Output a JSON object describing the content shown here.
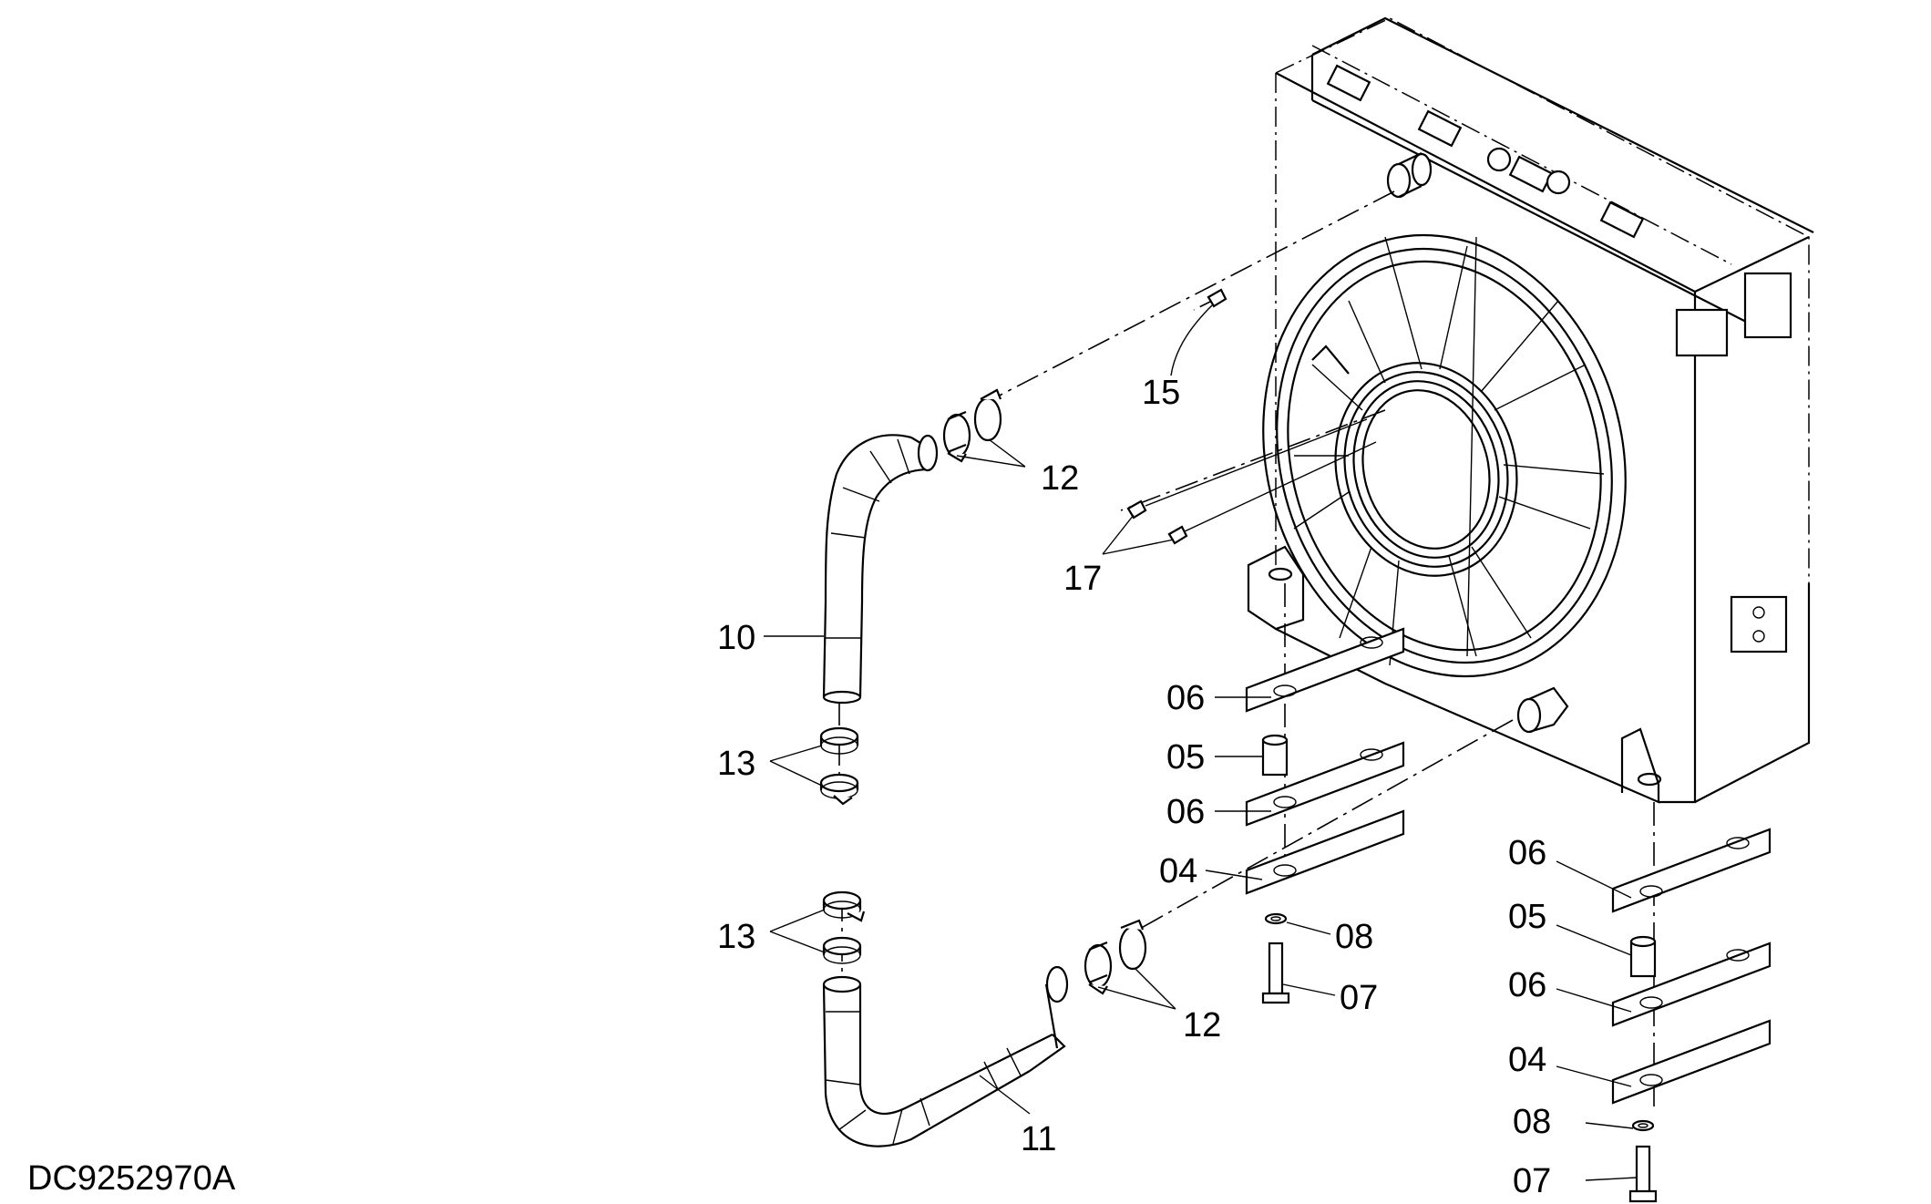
{
  "drawing_code": "DC9252970A",
  "callouts": {
    "c04a": "04",
    "c04b": "04",
    "c05a": "05",
    "c05b": "05",
    "c06a": "06",
    "c06b": "06",
    "c06c": "06",
    "c06d": "06",
    "c07a": "07",
    "c07b": "07",
    "c08a": "08",
    "c08b": "08",
    "c10": "10",
    "c11": "11",
    "c12a": "12",
    "c12b": "12",
    "c13a": "13",
    "c13b": "13",
    "c15": "15",
    "c17": "17"
  }
}
